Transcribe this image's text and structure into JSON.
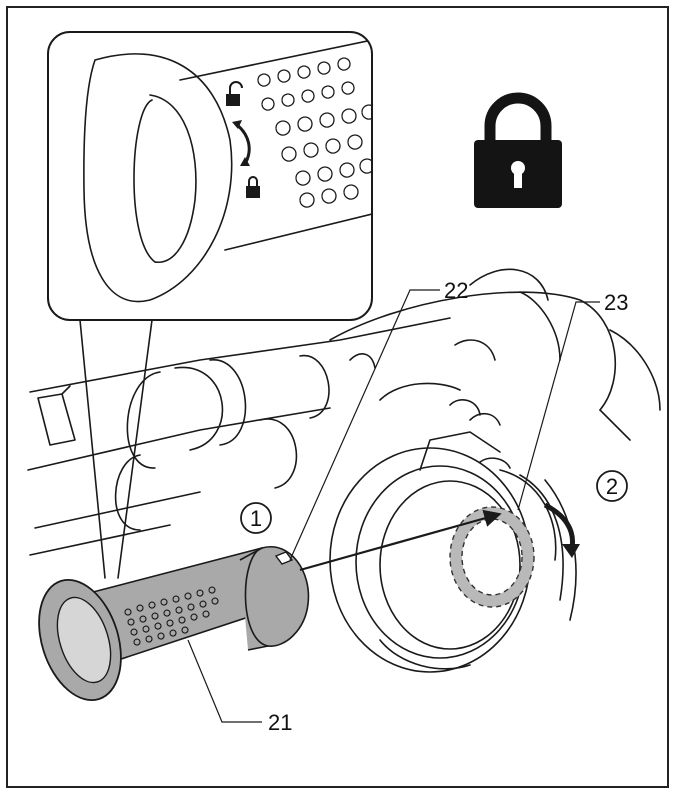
{
  "callouts": {
    "c21": "21",
    "c22": "22",
    "c23": "23"
  },
  "steps": {
    "s1": "1",
    "s2": "2"
  },
  "icons": {
    "lock": "padlock-locked-icon",
    "small_unlock": "padlock-open-icon",
    "small_lock": "padlock-closed-icon"
  },
  "colors": {
    "tube_fill": "#a9a9a9",
    "dashed_ring": "#bdbdbd",
    "lock_fill": "#141414"
  }
}
